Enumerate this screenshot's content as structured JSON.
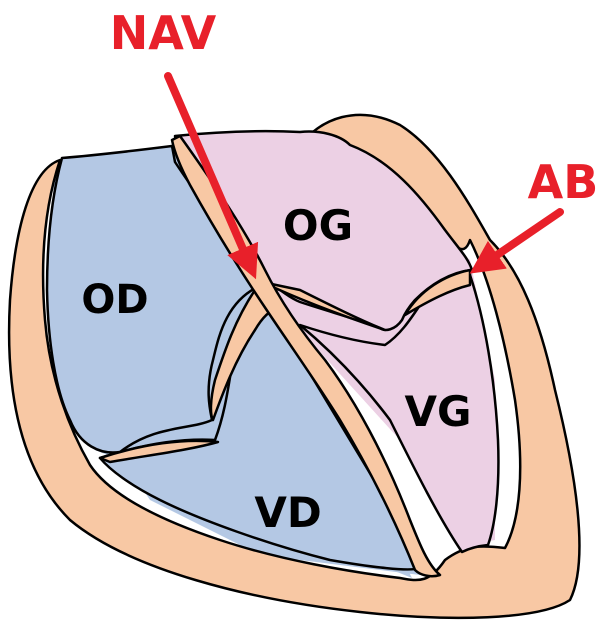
{
  "colors": {
    "right_side": "#b4c8e4",
    "left_side": "#ecd0e4",
    "muscle": "#f8c8a4",
    "outline": "#000000",
    "callout": "#e8202a"
  },
  "chambers": {
    "od": "OD",
    "og": "OG",
    "vd": "VD",
    "vg": "VG"
  },
  "callouts": {
    "nav": "NAV",
    "ab": "AB"
  }
}
